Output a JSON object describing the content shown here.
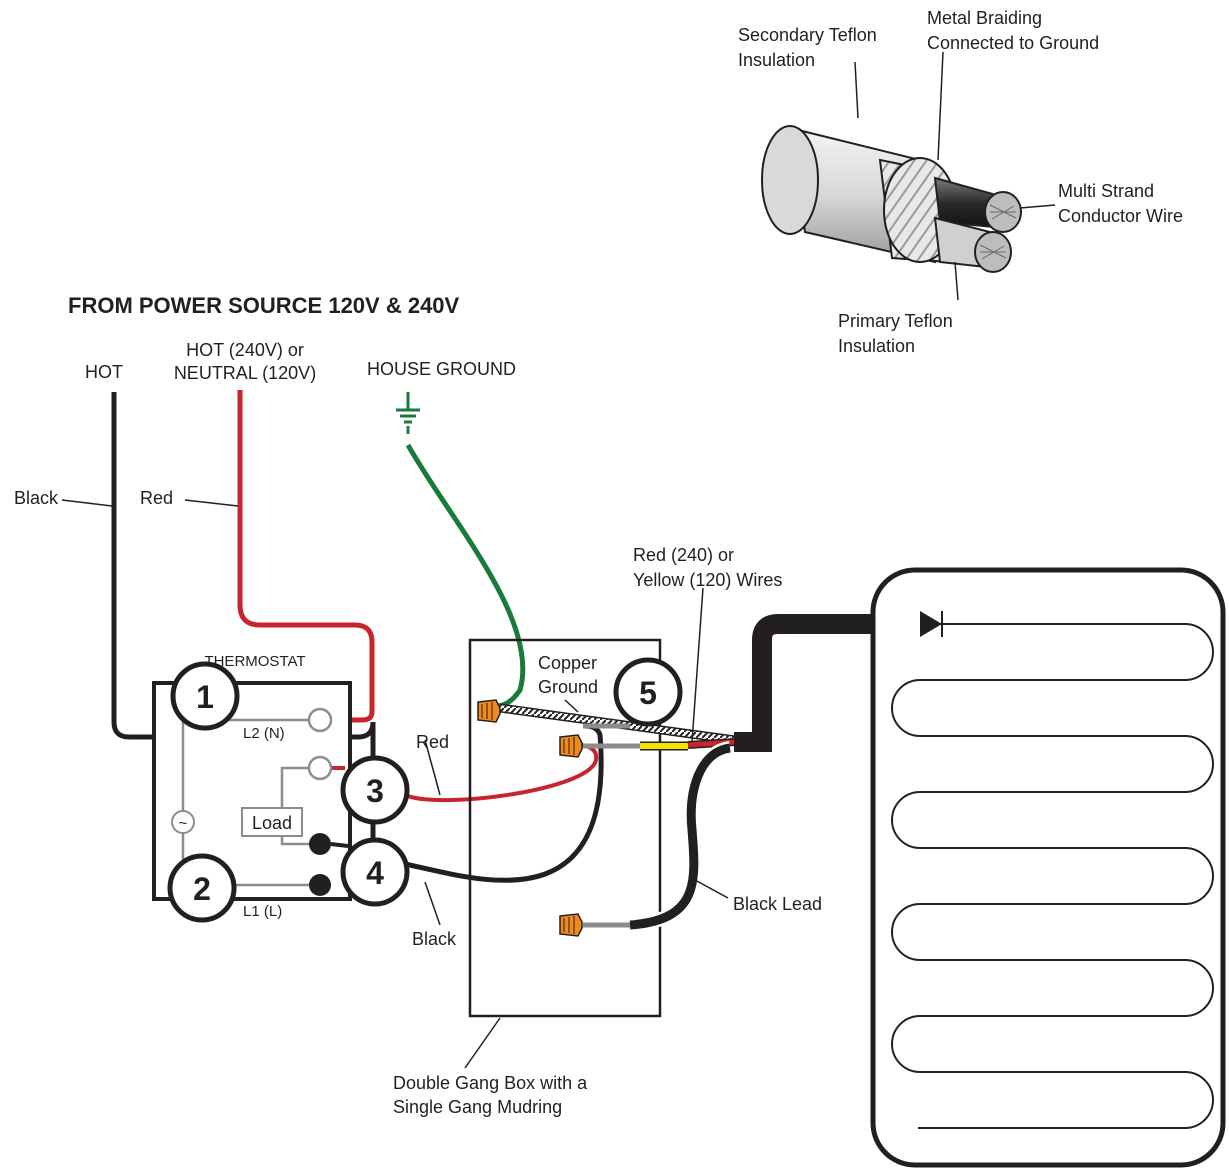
{
  "header": {
    "title": "FROM POWER SOURCE 120V & 240V"
  },
  "source_labels": {
    "hot": "HOT",
    "hot_neutral_line1": "HOT (240V) or",
    "hot_neutral_line2": "NEUTRAL (120V)",
    "house_ground": "HOUSE GROUND"
  },
  "wire_labels": {
    "black_source": "Black",
    "red_source": "Red",
    "red_thermostat": "Red",
    "black_thermostat": "Black",
    "red_yellow_line1": "Red (240) or",
    "red_yellow_line2": "Yellow (120) Wires",
    "black_lead": "Black Lead",
    "copper_ground_line1": "Copper",
    "copper_ground_line2": "Ground"
  },
  "thermostat": {
    "title": "THERMOSTAT",
    "terminal_l2": "L2 (N)",
    "terminal_l1": "L1 (L)",
    "load": "Load",
    "ac_symbol": "~"
  },
  "step_numbers": [
    "1",
    "2",
    "3",
    "4",
    "5"
  ],
  "junction_box": {
    "label_line1": "Double Gang Box with a",
    "label_line2": "Single Gang Mudring"
  },
  "cable_callouts": {
    "secondary_line1": "Secondary Teflon",
    "secondary_line2": "Insulation",
    "braiding_line1": "Metal Braiding",
    "braiding_line2": "Connected to Ground",
    "conductor_line1": "Multi Strand",
    "conductor_line2": "Conductor Wire",
    "primary_line1": "Primary Teflon",
    "primary_line2": "Insulation"
  },
  "colors": {
    "black_wire": "#231f20",
    "red_wire": "#c8242b",
    "green_wire": "#1a7a3c",
    "yellow_band": "#f5e400",
    "wire_nut": "#f08a1d",
    "gray_wire": "#8a8c8e"
  }
}
